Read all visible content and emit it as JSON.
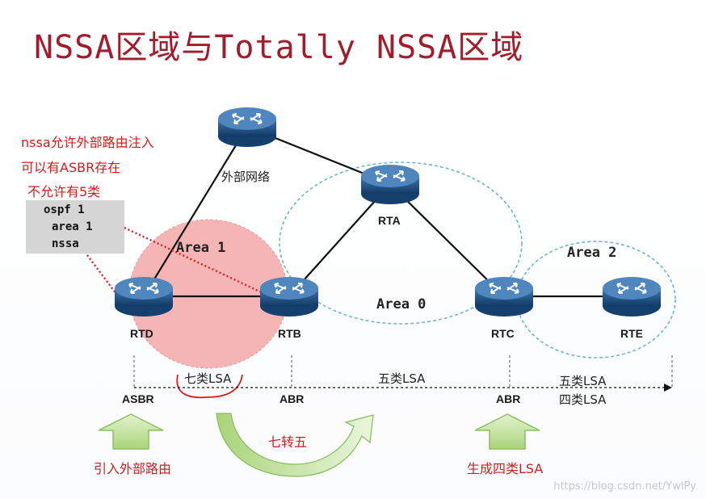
{
  "title": "NSSA区域与Totally NSSA区域",
  "notes": {
    "line1": "nssa允许外部路由注入",
    "line2": "可以有ASBR存在",
    "line3": "不允许有5类"
  },
  "config": {
    "line1": "ospf 1",
    "line2": "area 1",
    "line3": "nssa"
  },
  "routers": {
    "external": "外部网络",
    "rta": "RTA",
    "rtb": "RTB",
    "rtc": "RTC",
    "rtd": "RTD",
    "rte": "RTE"
  },
  "areas": {
    "area1": "Area 1",
    "area0": "Area 0",
    "area2": "Area 2"
  },
  "lsa": {
    "seg1": "七类LSA",
    "seg2": "五类LSA",
    "seg3a": "五类LSA",
    "seg3b": "四类LSA"
  },
  "roles": {
    "asbr": "ASBR",
    "abr1": "ABR",
    "abr2": "ABR"
  },
  "arrows": {
    "import": "引入外部路由",
    "convert": "七转五",
    "generate": "生成四类LSA"
  },
  "colors": {
    "title": "#a31c2b",
    "note": "#d81a1a",
    "area1_fill": "#f5b5b5",
    "area_border": "#6cb8c8",
    "arrow_green": "#c6e3a0",
    "router_blue": "#1f4a78"
  },
  "watermark": "https://blog.csdn.net/YwlPy"
}
